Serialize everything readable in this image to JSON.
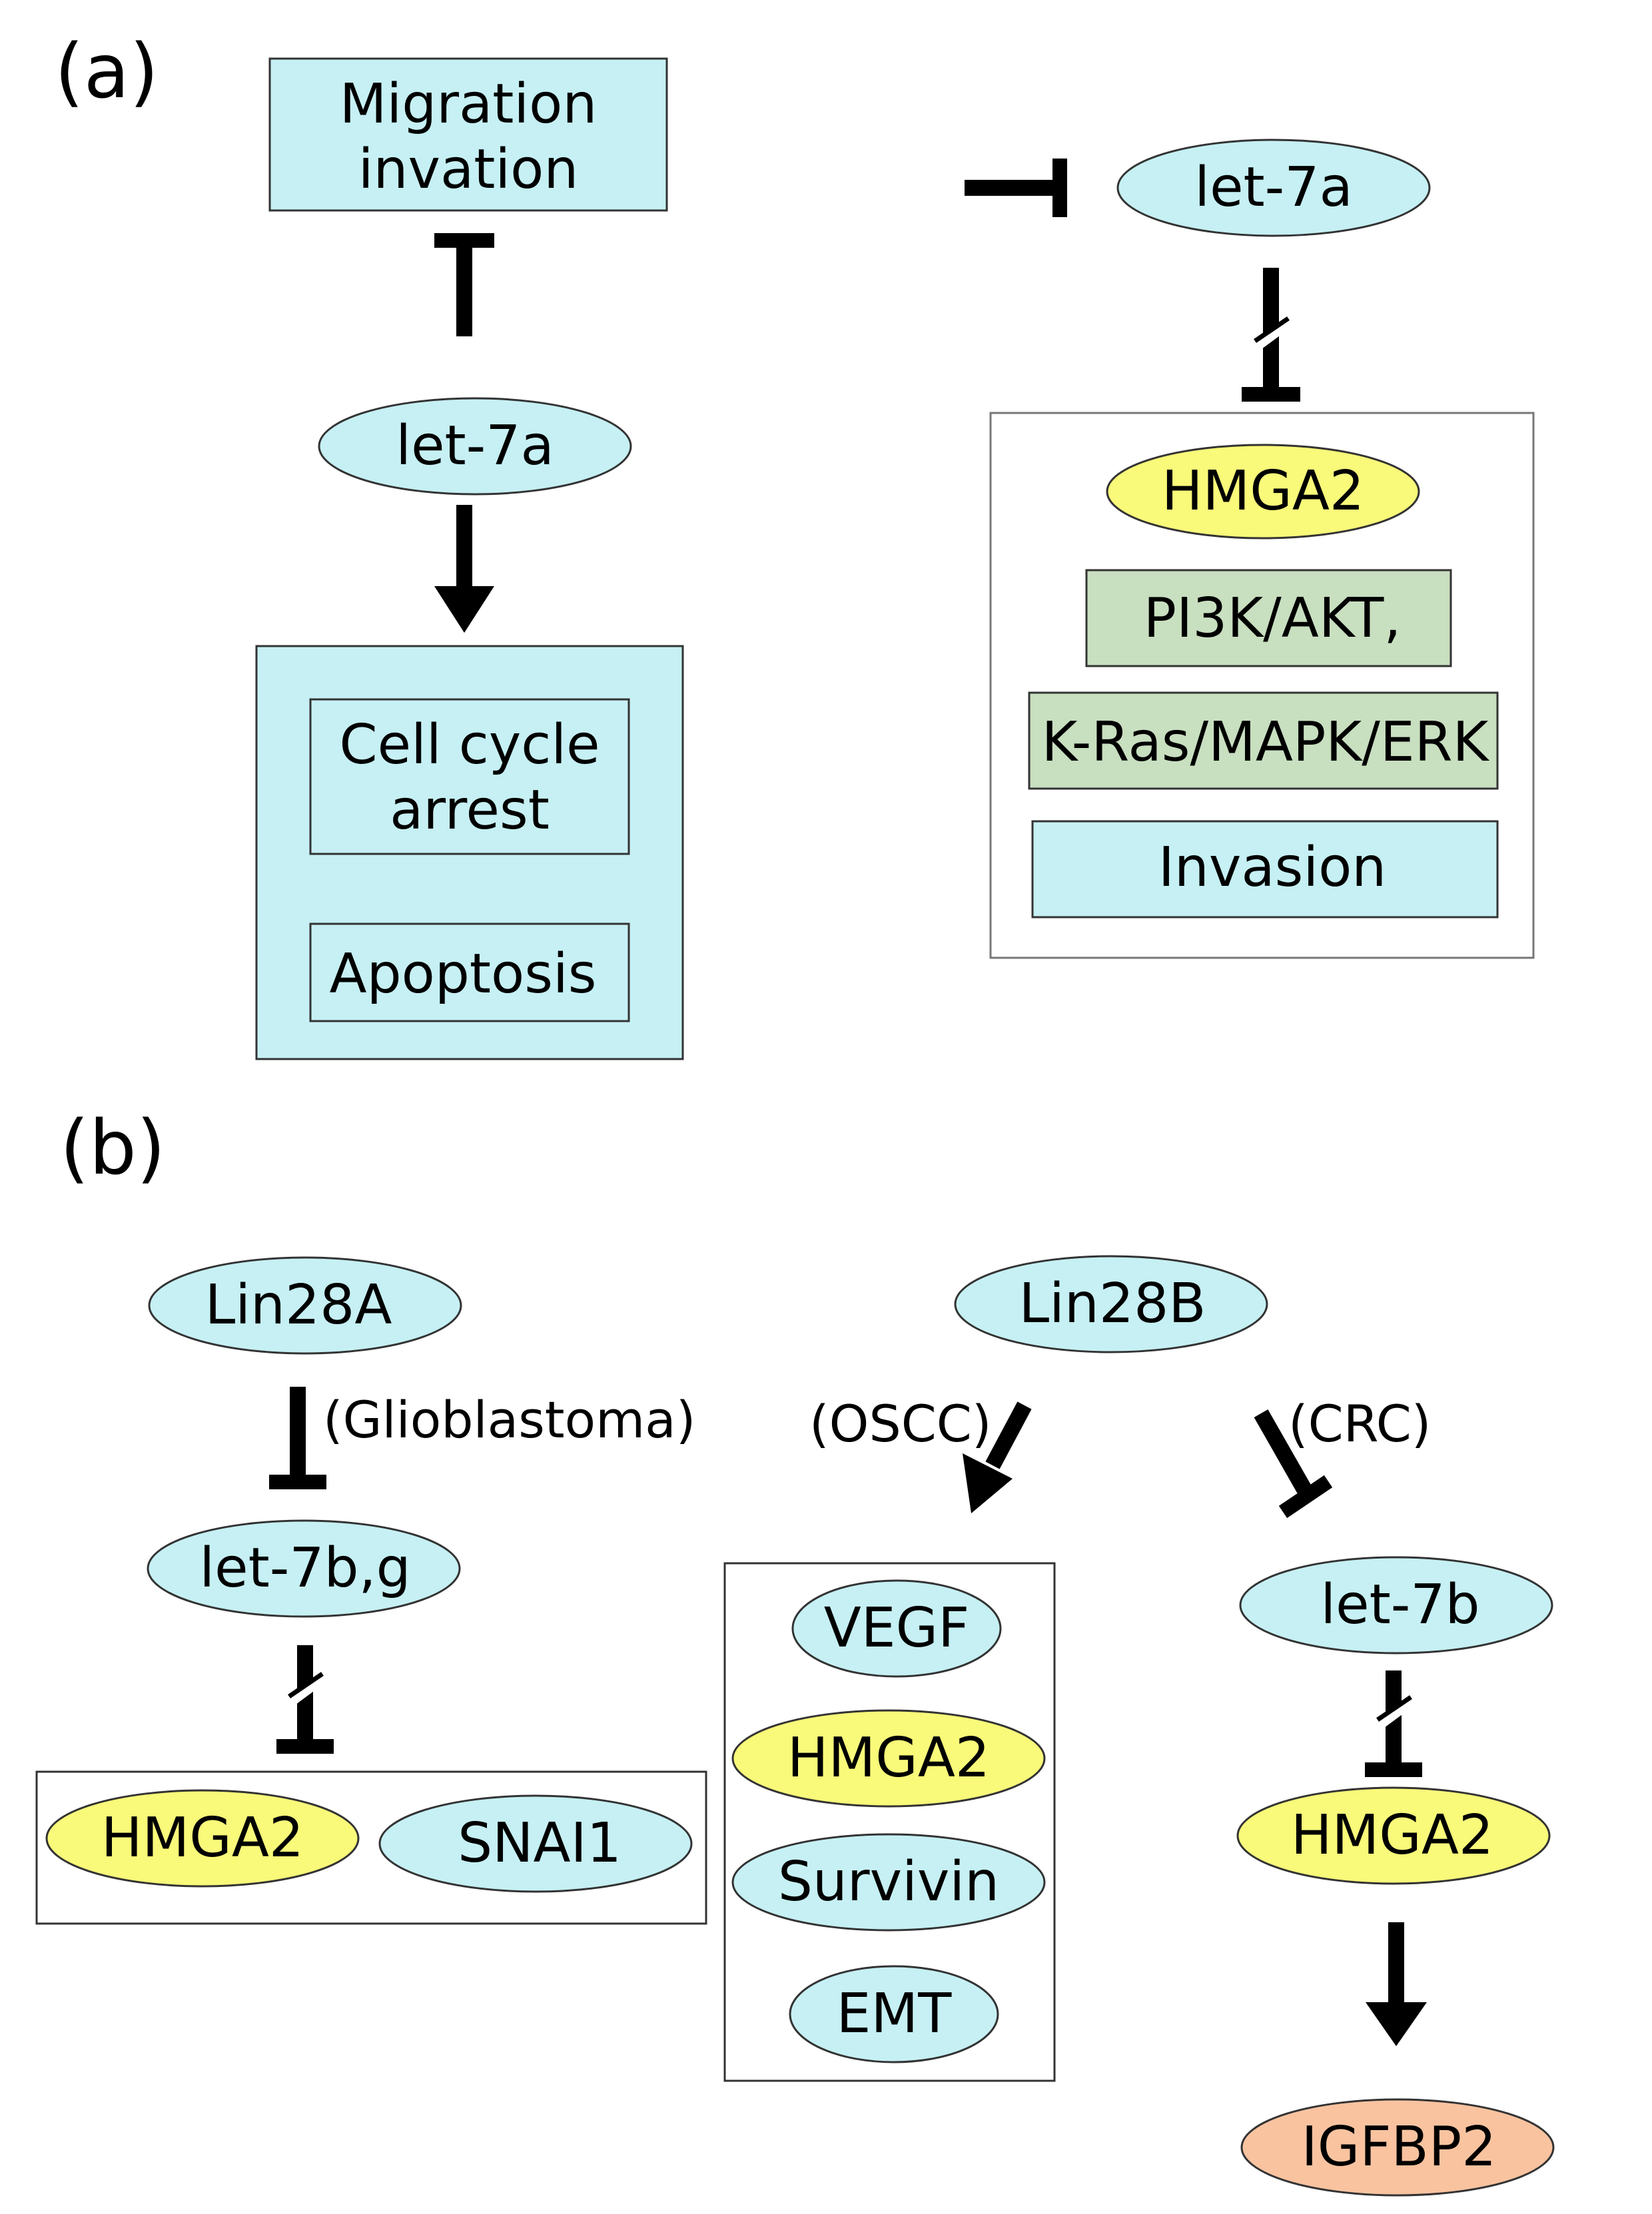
{
  "panels": {
    "a": "(a)",
    "b": "(b)"
  },
  "colors": {
    "light_blue": "#c6f0f4",
    "yellow": "#f9f97a",
    "green": "#c8dfc0",
    "salmon": "#f9c3a0",
    "stroke": "#333333",
    "arrow": "#000000"
  },
  "panel_a": {
    "migration": [
      "Migration",
      "invation"
    ],
    "let7a_left": "let-7a",
    "cell_cycle": [
      "Cell cycle",
      "arrest"
    ],
    "apoptosis": "Apoptosis",
    "let7a_right": "let-7a",
    "hmga2": "HMGA2",
    "pi3k": "PI3K/AKT,",
    "kras": "K-Ras/MAPK/ERK",
    "invasion": "Invasion"
  },
  "panel_b": {
    "lin28a": "Lin28A",
    "glioblastoma": "(Glioblastoma)",
    "let7bg": "let-7b,g",
    "hmga2_left": "HMGA2",
    "snai1": "SNAI1",
    "lin28b": "Lin28B",
    "oscc": "(OSCC)",
    "crc": "(CRC)",
    "vegf": "VEGF",
    "hmga2_mid": "HMGA2",
    "survivin": "Survivin",
    "emt": "EMT",
    "let7b": "let-7b",
    "hmga2_right": "HMGA2",
    "igfbp2": "IGFBP2"
  }
}
